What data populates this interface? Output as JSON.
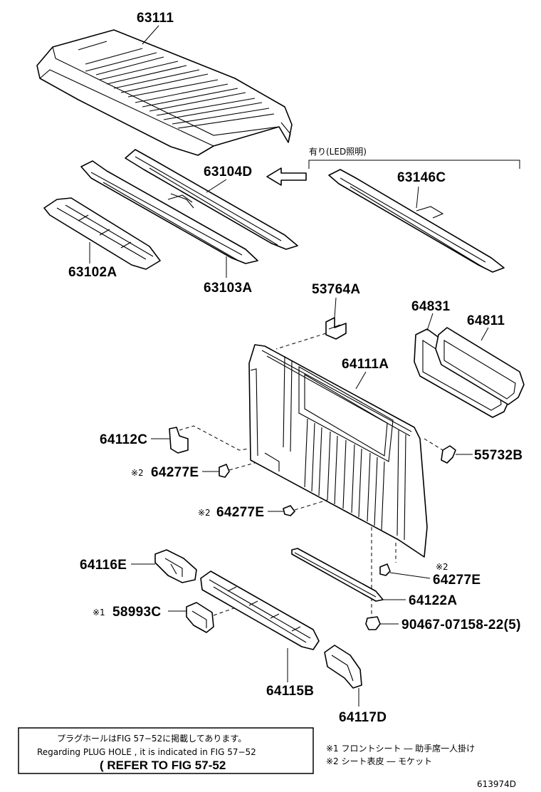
{
  "diagram_id": "613974D",
  "option_label": "有り(LED照明)",
  "parts": {
    "p63111": "63111",
    "p63104D": "63104D",
    "p63146C": "63146C",
    "p63102A": "63102A",
    "p63103A": "63103A",
    "p53764A": "53764A",
    "p64831": "64831",
    "p64811": "64811",
    "p64111A": "64111A",
    "p64112C": "64112C",
    "p55732B": "55732B",
    "p64277E_a": "64277E",
    "p64277E_b": "64277E",
    "p64277E_c": "64277E",
    "p64116E": "64116E",
    "p64122A": "64122A",
    "p58993C": "58993C",
    "p90467": "90467-07158-22(5)",
    "p64115B": "64115B",
    "p64117D": "64117D"
  },
  "marks": {
    "m2_a": "※2",
    "m2_b": "※2",
    "m2_c": "※2",
    "m1": "※1"
  },
  "note_box": {
    "line1": "プラグホールはFIG 57−52に掲載してあります。",
    "line2": "Regarding  PLUG  HOLE , it is indicated in  FIG  57−52",
    "line3": "( REFER  TO  FIG  57-52"
  },
  "legend": {
    "item1": "※1 フロントシート ― 助手席一人掛け",
    "item2": "※2 シート表皮 ― モケット"
  }
}
